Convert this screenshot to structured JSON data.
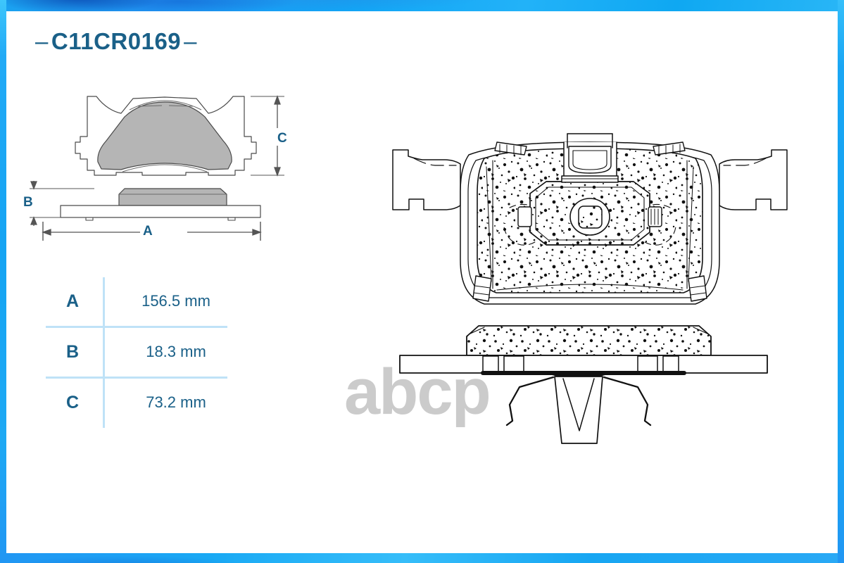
{
  "product": {
    "part_number": "C11CR0169",
    "title_prefix_dash": "–",
    "title_suffix_dash": "–"
  },
  "colors": {
    "title": "#1a6088",
    "frame_blue": "#2196f3",
    "frame_cyan": "#29b6f6",
    "table_divider": "#bfe2f7",
    "friction_fill": "#b5b5b5",
    "dimension_line": "#555555",
    "watermark": "#c9c9c9"
  },
  "dimension_labels": {
    "a": "A",
    "b": "B",
    "c": "C"
  },
  "spec_table": {
    "rows": [
      {
        "key": "A",
        "value": "156.5 mm"
      },
      {
        "key": "B",
        "value": "18.3 mm"
      },
      {
        "key": "C",
        "value": "73.2 mm"
      }
    ]
  },
  "watermark": {
    "text": "abcp"
  },
  "views": {
    "schematic_front": "brake-pad-front-outline-with-friction-material",
    "schematic_side": "brake-pad-side-profile",
    "detail_front": "brake-pad-detailed-front-line-art-with-speckled-friction-texture",
    "detail_side": "brake-pad-detailed-side-line-art-with-wear-sensor-clip"
  }
}
